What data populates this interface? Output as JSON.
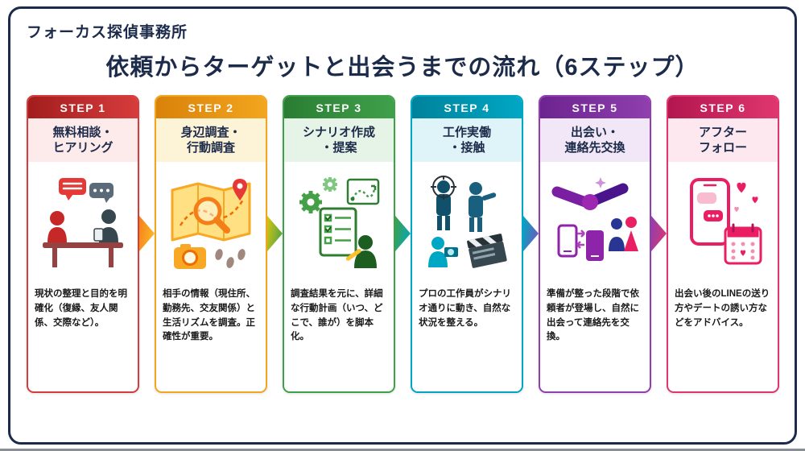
{
  "header": {
    "agency": "フォーカス探偵事務所",
    "title": "依頼からターゲットと出会うまでの流れ（6ステップ）"
  },
  "steps": [
    {
      "label": "STEP 1",
      "name": "無料相談・ヒアリング",
      "name_lines": [
        "無料相談・",
        "ヒアリング"
      ],
      "description": "現状の整理と目的を明確化（復縁、友人関係、交際など）。",
      "icon": "consultation-icon",
      "colors": {
        "accent": "#d63c3c",
        "accent_dark": "#a31d1d",
        "tint": "#fdeaea"
      }
    },
    {
      "label": "STEP 2",
      "name": "身辺調査・行動調査",
      "name_lines": [
        "身辺調査・",
        "行動調査"
      ],
      "description": "相手の情報（現住所、勤務先、交友関係）と生活リズムを調査。正確性が重要。",
      "icon": "map-investigation-icon",
      "colors": {
        "accent": "#f2a51e",
        "accent_dark": "#d9820a",
        "tint": "#fdf3d7"
      }
    },
    {
      "label": "STEP 3",
      "name": "シナリオ作成・提案",
      "name_lines": [
        "シナリオ作成",
        "・提案"
      ],
      "description": "調査結果を元に、詳細な行動計画（いつ、どこで、誰が）を脚本化。",
      "icon": "scenario-writing-icon",
      "colors": {
        "accent": "#3fa04a",
        "accent_dark": "#2a7d33",
        "tint": "#e6f4e7"
      }
    },
    {
      "label": "STEP 4",
      "name": "工作実働・接触",
      "name_lines": [
        "工作実働",
        "・接触"
      ],
      "description": "プロの工作員がシナリオ通りに動き、自然な状況を整える。",
      "icon": "operation-contact-icon",
      "colors": {
        "accent": "#00a7c4",
        "accent_dark": "#00829b",
        "tint": "#def4f8"
      }
    },
    {
      "label": "STEP 5",
      "name": "出会い・連絡先交換",
      "name_lines": [
        "出会い・",
        "連絡先交換"
      ],
      "description": "準備が整った段階で依頼者が登場し、自然に出会って連絡先を交換。",
      "icon": "meeting-exchange-icon",
      "colors": {
        "accent": "#8f3fae",
        "accent_dark": "#6c2390",
        "tint": "#f2e7f7"
      }
    },
    {
      "label": "STEP 6",
      "name": "アフターフォロー",
      "name_lines": [
        "アフター",
        "フォロー"
      ],
      "description": "出会い後のLINEの送り方やデートの誘い方などをアドバイス。",
      "icon": "after-follow-icon",
      "colors": {
        "accent": "#e0366f",
        "accent_dark": "#b3164e",
        "tint": "#fde8f0"
      }
    }
  ],
  "arrows": [
    {
      "from": "#f57f17",
      "to": "#fbc02d"
    },
    {
      "from": "#d9c411",
      "to": "#3fa04a"
    },
    {
      "from": "#3fa04a",
      "to": "#00a7c4"
    },
    {
      "from": "#00a7c4",
      "to": "#7a52b8"
    },
    {
      "from": "#8f3fae",
      "to": "#e0366f"
    }
  ]
}
